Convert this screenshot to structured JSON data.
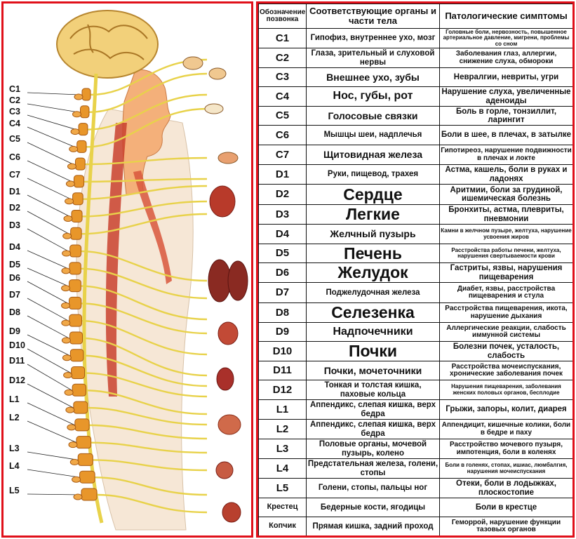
{
  "colors": {
    "frame": "#e0101a",
    "nerve": "#e8d24a",
    "vertebra": "#e8962a",
    "brain": "#f2d07a",
    "skin": "#f4b07a",
    "organ": "#b83a2a"
  },
  "figure_labels": [
    "C1",
    "C2",
    "C3",
    "C4",
    "C5",
    "C6",
    "C7",
    "D1",
    "D2",
    "D3",
    "D4",
    "D5",
    "D6",
    "D7",
    "D8",
    "D9",
    "D10",
    "D11",
    "D12",
    "L1",
    "L2",
    "L3",
    "L4",
    "L5"
  ],
  "table": {
    "headers": {
      "vertebra": "Обозначение позвонка",
      "organs": "Соответствующие органы и части тела",
      "symptoms": "Патологические симптомы"
    },
    "rows": [
      {
        "v": "C1",
        "organ": "Гипофиз, внутреннее ухо, мозг",
        "symptom": "Головные боли, нервозность, повышенное артериальное давление, мигрени, проблемы со сном"
      },
      {
        "v": "C2",
        "organ": "Глаза, зрительный и слуховой нервы",
        "symptom": "Заболевания глаз, аллергии, снижение слуха, обмороки"
      },
      {
        "v": "C3",
        "organ": "Внешнее ухо, зубы",
        "symptom": "Невралгии, невриты, угри"
      },
      {
        "v": "C4",
        "organ": "Нос, губы, рот",
        "symptom": "Нарушение слуха, увеличенные аденоиды"
      },
      {
        "v": "C5",
        "organ": "Голосовые связки",
        "symptom": "Боль в горле, тонзиллит, ларингит"
      },
      {
        "v": "C6",
        "organ": "Мышцы шеи, надплечья",
        "symptom": "Боли в шее, в плечах, в затылке"
      },
      {
        "v": "C7",
        "organ": "Щитовидная железа",
        "symptom": "Гипотиреоз, нарушение подвижности в плечах и локте"
      },
      {
        "v": "D1",
        "organ": "Руки, пищевод, трахея",
        "symptom": "Астма, кашель, боли в руках и ладонях"
      },
      {
        "v": "D2",
        "organ": "Сердце",
        "symptom": "Аритмии, боли за грудиной, ишемическая болезнь"
      },
      {
        "v": "D3",
        "organ": "Легкие",
        "symptom": "Бронхиты, астма, плевриты, пневмонии"
      },
      {
        "v": "D4",
        "organ": "Желчный пузырь",
        "symptom": "Камни в желчном пузыре, желтуха, нарушение усвоения жиров"
      },
      {
        "v": "D5",
        "organ": "Печень",
        "symptom": "Расстройства работы печени, желтуха, нарушения свертываемости крови"
      },
      {
        "v": "D6",
        "organ": "Желудок",
        "symptom": "Гастриты, язвы, нарушения пищеварения"
      },
      {
        "v": "D7",
        "organ": "Поджелудочная железа",
        "symptom": "Диабет, язвы, расстройства пищеварения и стула"
      },
      {
        "v": "D8",
        "organ": "Селезенка",
        "symptom": "Расстройства пищеварения, икота, нарушение дыхания"
      },
      {
        "v": "D9",
        "organ": "Надпочечники",
        "symptom": "Аллергические реакции, слабость иммунной системы"
      },
      {
        "v": "D10",
        "organ": "Почки",
        "symptom": "Болезни почек, усталость, слабость"
      },
      {
        "v": "D11",
        "organ": "Почки, мочеточники",
        "symptom": "Расстройства мочеиспускания, хронические заболевания почек"
      },
      {
        "v": "D12",
        "organ": "Тонкая и толстая кишка, паховые кольца",
        "symptom": "Нарушения пищеварения, заболевания женских половых органов, бесплодие"
      },
      {
        "v": "L1",
        "organ": "Аппендикс, слепая кишка, верх бедра",
        "symptom": "Грыжи, запоры, колит, диарея"
      },
      {
        "v": "L2",
        "organ": "Аппендикс, слепая кишка, верх бедра",
        "symptom": "Аппендицит, кишечные колики, боли в бедре и паху"
      },
      {
        "v": "L3",
        "organ": "Половые органы, мочевой пузырь, колено",
        "symptom": "Расстройство мочевого пузыря, импотенция, боли в коленях"
      },
      {
        "v": "L4",
        "organ": "Предстательная железа, голени, стопы",
        "symptom": "Боли в голенях, стопах, ишиас, люмбалгия, нарушения мочеиспускания"
      },
      {
        "v": "L5",
        "organ": "Голени, стопы, пальцы ног",
        "symptom": "Отеки, боли в лодыжках, плоскостопие"
      },
      {
        "v": "Крестец",
        "organ": "Бедерные кости, ягодицы",
        "symptom": "Боли в крестце"
      },
      {
        "v": "Копчик",
        "organ": "Прямая кишка, задний проход",
        "symptom": "Геморрой, нарушение функции тазовых органов"
      }
    ]
  }
}
